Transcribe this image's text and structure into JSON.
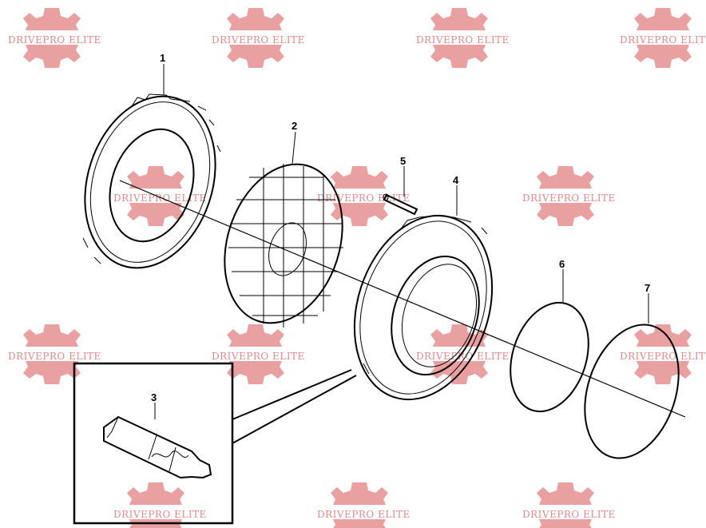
{
  "watermark": {
    "text": "DRIVEPRO ELITE",
    "color": "#e08a8a",
    "gear_color": "#e9a0a0",
    "icon": "gear-icon"
  },
  "callouts": {
    "part1": "1",
    "part2": "2",
    "part3": "3",
    "part4": "4",
    "part5": "5",
    "part6": "6",
    "part7": "7"
  }
}
